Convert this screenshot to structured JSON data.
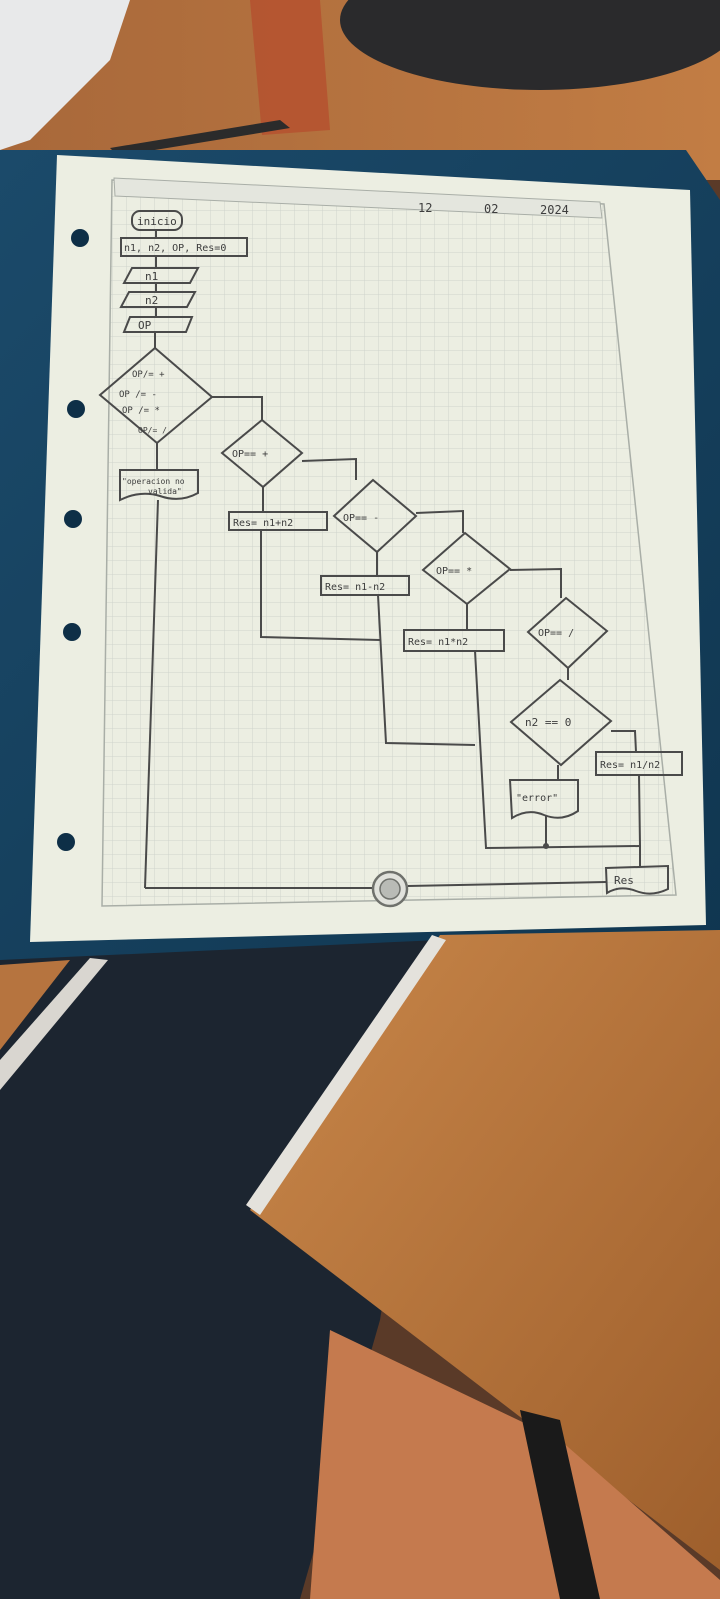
{
  "page_header": {
    "day": "12",
    "month": "02",
    "year": "2024"
  },
  "flowchart": {
    "start": "inicio",
    "declare": "n1, n2, OP, Res=0",
    "input_1": "n1",
    "input_2": "n2",
    "input_3": "OP",
    "check_valid": {
      "line1": "OP/= +",
      "line2": "OP /= -",
      "line3": "OP /= *",
      "line4": "OP/= /"
    },
    "invalid_msg": {
      "line1": "\"operacion no",
      "line2": "valida\""
    },
    "cond_add": "OP== +",
    "res_add": "Res= n1+n2",
    "cond_sub": "OP== -",
    "res_sub": "Res= n1-n2",
    "cond_mul": "OP== *",
    "res_mul": "Res= n1*n2",
    "cond_div": "OP== /",
    "cond_zero": "n2 == 0",
    "error_msg": "\"error\"",
    "res_div": "Res= n1/n2",
    "output": "Res"
  },
  "colors": {
    "folder": "#14405e",
    "paper": "#eceee2",
    "grid": "#c9cec6",
    "wood": "#b8773f",
    "pencil": "#4a4a4a"
  }
}
